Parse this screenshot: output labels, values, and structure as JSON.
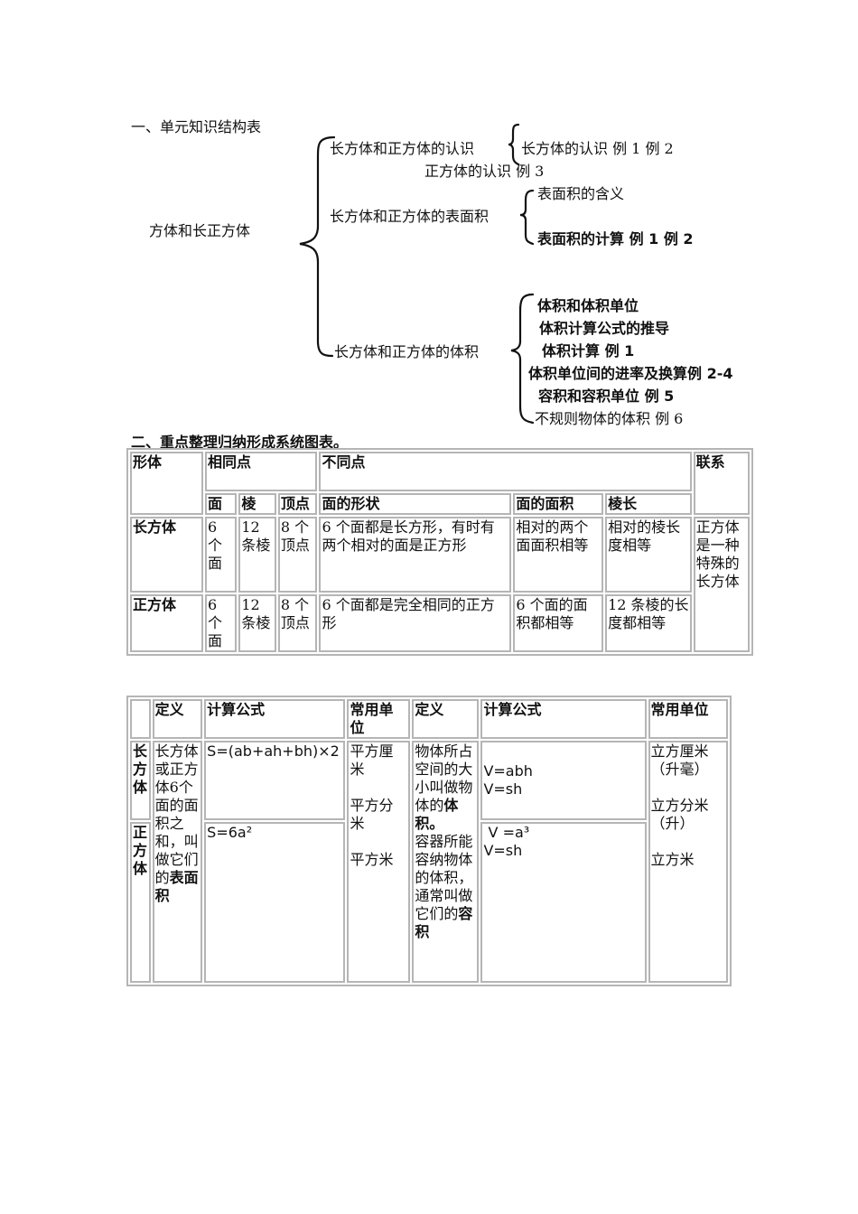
{
  "section1": {
    "heading": "一、单元知识结构表",
    "root": "方体和长正方体",
    "branches": [
      {
        "label": "长方体和正方体的认识",
        "items": [
          "长方体的认识  例 1 例 2",
          "正方体的认识  例 3"
        ]
      },
      {
        "label": "长方体和正方体的表面积",
        "items": [
          "表面积的含义",
          "表面积的计算    例 1  例 2"
        ]
      },
      {
        "label": "长方体和正方体的体积",
        "items": [
          "体积和体积单位",
          "体积计算公式的推导",
          "体积计算    例 1",
          "体积单位间的进率及换算例 2-4",
          "容积和容积单位  例 5",
          "不规则物体的体积  例 6"
        ]
      }
    ]
  },
  "section2": {
    "heading": "二、重点整理归纳形成系统图表。"
  },
  "table1": {
    "headers": {
      "shape": "形体",
      "same": "相同点",
      "diff": "不同点",
      "relation": "联系",
      "face": "面",
      "edge": "棱",
      "vertex": "顶点",
      "face_shape": "面的形状",
      "face_area": "面的面积",
      "edge_len": "棱长"
    },
    "rows": [
      {
        "name": "长方体",
        "face": "6 个面",
        "edge": "12 条棱",
        "vertex": "8 个顶点",
        "face_shape": "6 个面都是长方形，有时有两个相对的面是正方形",
        "face_area": "相对的两个面面积相等",
        "edge_len": "相对的棱长度相等"
      },
      {
        "name": "正方体",
        "face": "6 个面",
        "edge": "12 条棱",
        "vertex": "8 个顶点",
        "face_shape": "6 个面都是完全相同的正方形",
        "face_area": "6 个面的面积都相等",
        "edge_len": "12 条棱的长度都相等"
      }
    ],
    "relation": "正方体是一种特殊的长方体"
  },
  "table2": {
    "headers": {
      "def1": "定义",
      "formula1": "计算公式",
      "unit1": "常用单位",
      "def2": "定义",
      "formula2": "计算公式",
      "unit2": "常用单位"
    },
    "rows": [
      {
        "name": "长方体",
        "formula_area": "S=(ab+ah+bh)×2",
        "formula_vol": [
          "V=abh",
          "V=sh"
        ]
      },
      {
        "name": "正方体",
        "formula_area": "S=6a²",
        "formula_vol": [
          " V =a³",
          "V=sh"
        ]
      }
    ],
    "area_def": {
      "text": "长方体或正方体6个面的面积之和，叫做它们的",
      "bold": "表面积"
    },
    "area_units": [
      "平方厘米",
      "平方分米",
      "平方米"
    ],
    "vol_def": {
      "part1": "物体所占空间的大小叫做物体的",
      "bold1": "体积。",
      "part2": "容器所能容纳物体的体积，通常叫做它们的",
      "bold2": "容积"
    },
    "vol_units": [
      "立方厘米（升毫）",
      "立方分米（升）",
      "立方米"
    ]
  }
}
